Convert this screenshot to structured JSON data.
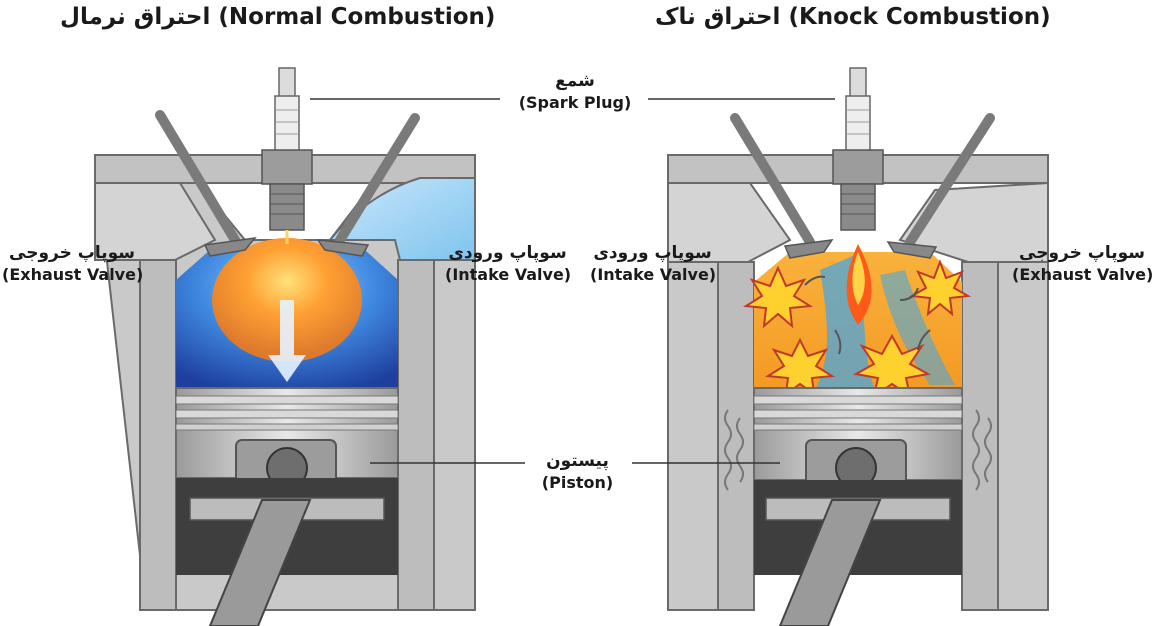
{
  "titles": {
    "normal": "(Normal Combustion) احتراق نرمال",
    "knock": "(Knock Combustion) احتراق ناک"
  },
  "labels": {
    "spark_plug_fa": "شمع",
    "spark_plug_en": "(Spark Plug)",
    "piston_fa": "پیستون",
    "piston_en": "(Piston)",
    "exhaust_valve_fa": "سوپاپ خروجی",
    "exhaust_valve_en": "(Exhaust Valve)",
    "intake_valve_fa": "سوپاپ ورودی",
    "intake_valve_en": "(Intake Valve)"
  },
  "colors": {
    "metal": "#b9b9b9",
    "dark_metal": "#4a4a4a",
    "normal_charge": "#2f6fd0",
    "normal_flame": "#f57b1c",
    "knock_flame": "#f5a623",
    "knock_blue": "#4aa6e0"
  }
}
